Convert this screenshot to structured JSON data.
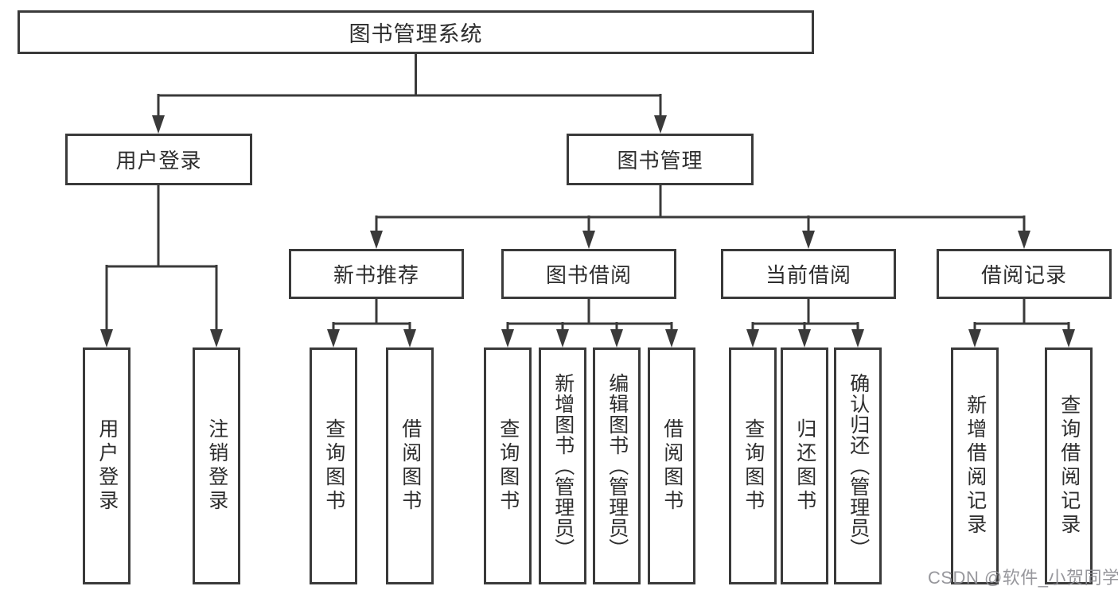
{
  "diagram": {
    "title": "图书管理系统",
    "level2": [
      {
        "label": "用户登录"
      },
      {
        "label": "图书管理"
      }
    ],
    "level3": [
      {
        "label": "新书推荐",
        "parent": "图书管理"
      },
      {
        "label": "图书借阅",
        "parent": "图书管理"
      },
      {
        "label": "当前借阅",
        "parent": "图书管理"
      },
      {
        "label": "借阅记录",
        "parent": "图书管理"
      }
    ],
    "level4": [
      {
        "label": "用户登录",
        "parent": "用户登录"
      },
      {
        "label": "注销登录",
        "parent": "用户登录"
      },
      {
        "label": "查询图书",
        "parent": "新书推荐"
      },
      {
        "label": "借阅图书",
        "parent": "新书推荐"
      },
      {
        "label": "查询图书",
        "parent": "图书借阅"
      },
      {
        "label": "新增图书（管理员）",
        "parent": "图书借阅"
      },
      {
        "label": "编辑图书（管理员）",
        "parent": "图书借阅"
      },
      {
        "label": "借阅图书",
        "parent": "图书借阅"
      },
      {
        "label": "查询图书",
        "parent": "当前借阅"
      },
      {
        "label": "归还图书",
        "parent": "当前借阅"
      },
      {
        "label": "确认归还（管理员）",
        "parent": "当前借阅"
      },
      {
        "label": "新增借阅记录",
        "parent": "借阅记录"
      },
      {
        "label": "查询借阅记录",
        "parent": "借阅记录"
      }
    ],
    "colors": {
      "line": "#3a3a3a",
      "text": "#2d2d2d",
      "background": "#ffffff"
    }
  },
  "watermark": {
    "text": "CSDN @软件_小贺同学",
    "color": "#8e8e94"
  }
}
